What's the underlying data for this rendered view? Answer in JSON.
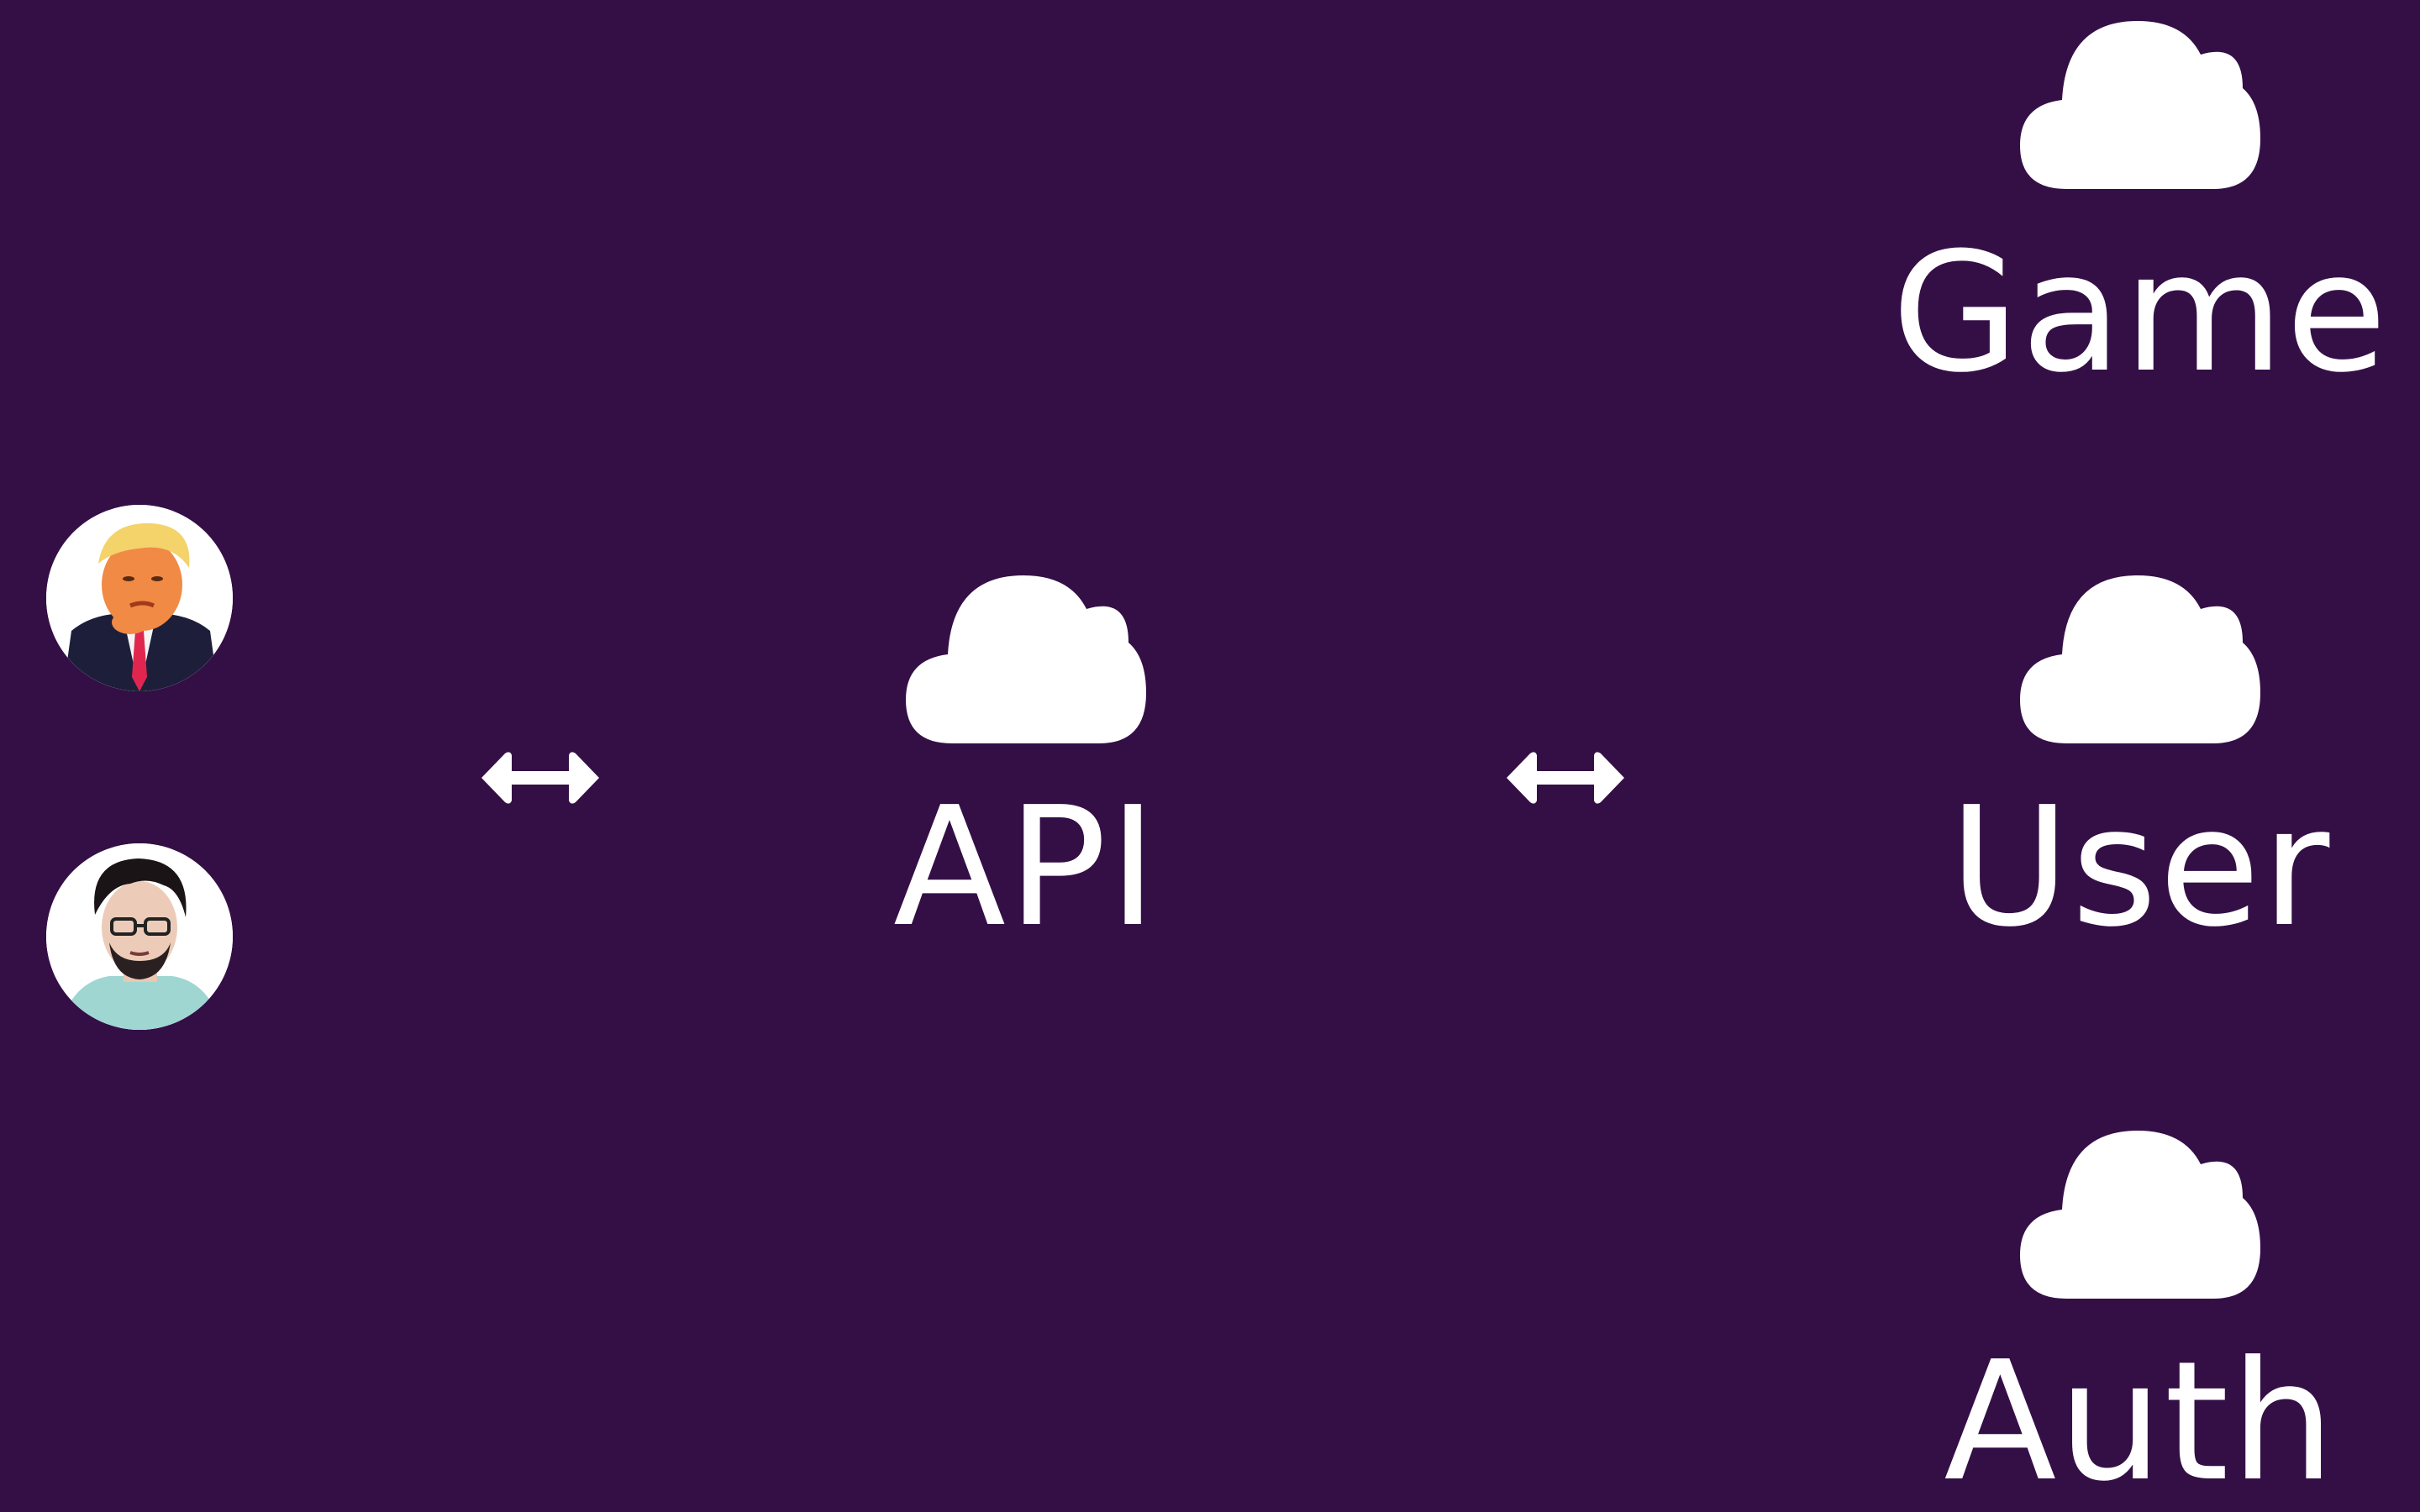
{
  "colors": {
    "background": "#340f46",
    "foreground": "#ffffff"
  },
  "clients": [
    {
      "icon": "person-portrait-blond-suit-avatar"
    },
    {
      "icon": "person-portrait-glasses-beard-avatar"
    }
  ],
  "connectors": [
    {
      "icon": "double-arrow-icon"
    },
    {
      "icon": "double-arrow-icon"
    }
  ],
  "gateway": {
    "icon": "cloud-icon",
    "label": "API"
  },
  "services": [
    {
      "icon": "cloud-icon",
      "label": "Game"
    },
    {
      "icon": "cloud-icon",
      "label": "User"
    },
    {
      "icon": "cloud-icon",
      "label": "Auth"
    }
  ]
}
